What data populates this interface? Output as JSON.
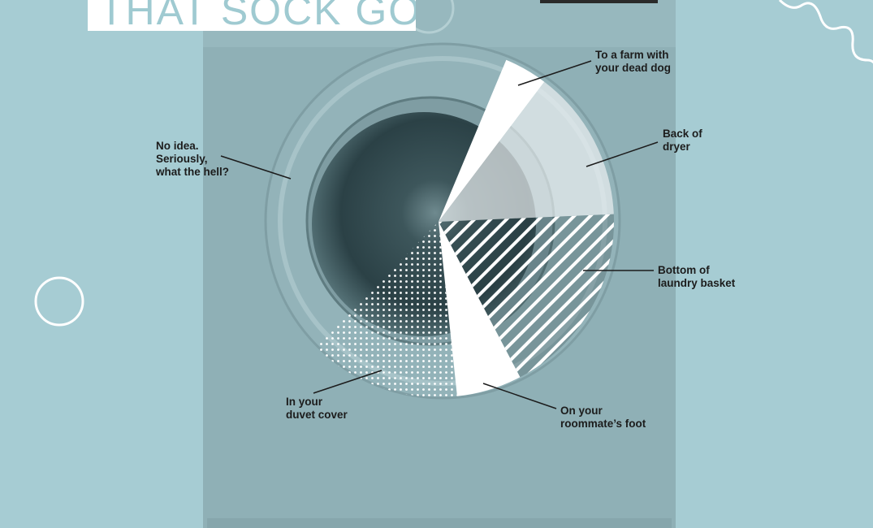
{
  "title": "THAT SOCK GO?",
  "chart_data": {
    "type": "pie",
    "title": "THAT SOCK GO?",
    "start_angle_deg": 22.7,
    "direction": "clockwise",
    "slices": [
      {
        "label": "To a farm with your dead dog",
        "lines": [
          "To a farm with",
          "your dead dog"
        ],
        "value": 4,
        "fill": "solid-white"
      },
      {
        "label": "Back of dryer",
        "lines": [
          "Back of",
          "dryer"
        ],
        "value": 14,
        "fill": "translucent-white"
      },
      {
        "label": "Bottom of laundry basket",
        "lines": [
          "Bottom of",
          "laundry basket"
        ],
        "value": 18,
        "fill": "diagonal-stripes"
      },
      {
        "label": "On your roommate's foot",
        "lines": [
          "On your",
          "roommate’s foot"
        ],
        "value": 6,
        "fill": "solid-white"
      },
      {
        "label": "In your duvet cover",
        "lines": [
          "In your",
          "duvet cover"
        ],
        "value": 14,
        "fill": "dots"
      },
      {
        "label": "No idea. Seriously, what the hell?",
        "lines": [
          "No idea.",
          "Seriously,",
          "what the hell?"
        ],
        "value": 44,
        "fill": "none"
      }
    ],
    "legend": "none",
    "labels": "callout-lines"
  },
  "colors": {
    "background": "#a6ccd3",
    "title": "#9fcad1",
    "label_text": "#1c1c1c",
    "slice_white": "#ffffff"
  }
}
